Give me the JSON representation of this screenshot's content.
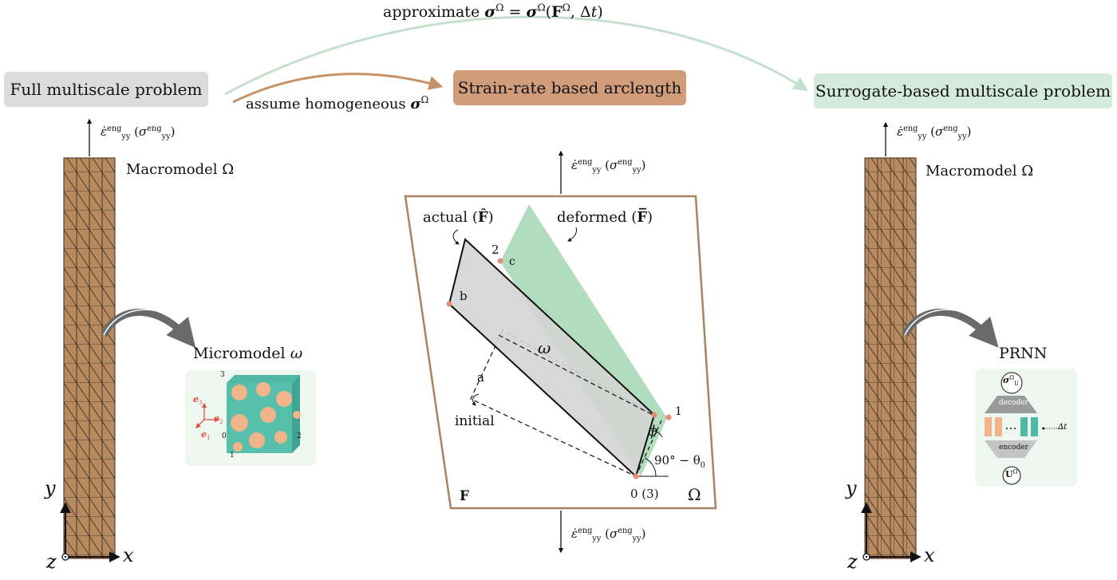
{
  "colors": {
    "full_box": "#dcdcdc",
    "arclength_box": "#d09c7a",
    "arclength_arrow": "#c89268",
    "surrogate_box": "#d4eadb",
    "surrogate_arrow": "#c4e0cc",
    "macromodel": "#b88a60",
    "deformed_region": "#a9d8b6",
    "actual_region": "#d4d4d4",
    "frame": "#a88462",
    "point": "#e88a78"
  },
  "top_arrow": {
    "prefix": "approximate ",
    "sigma": "σ",
    "omega": "Ω",
    "eq": " = ",
    "args_open": "(",
    "F": "F",
    "comma": ", Δ",
    "t": "t",
    "args_close": ")"
  },
  "boxes": {
    "full": "Full multiscale problem",
    "arclength": "Strain-rate based arclength",
    "surrogate": "Surrogate-based multiscale problem"
  },
  "assume": {
    "prefix": "assume homogeneous ",
    "sigma": "σ",
    "omega": "Ω"
  },
  "rate": {
    "eps": "ε̇",
    "sup": "eng",
    "sub": "yy",
    "open": " (",
    "sigma": "σ",
    "close": ")"
  },
  "left": {
    "macromodel_label": "Macromodel Ω",
    "micromodel_label": "Micromodel",
    "micromodel_symbol": "ω",
    "cube_corners": [
      "3",
      "0",
      "1",
      "2"
    ],
    "basis": [
      "e",
      "3",
      "e",
      "2",
      "e",
      "1"
    ]
  },
  "center": {
    "actual_label": "actual (",
    "actual_F": "F̂",
    "actual_close": ")",
    "deformed_label": "deformed (",
    "deformed_F": "F̅",
    "deformed_close": ")",
    "point_2": "2",
    "point_c": "c",
    "point_b": "b",
    "point_a": "a",
    "point_1": "1",
    "point_0": "0 (3)",
    "omega_small": "ω",
    "initial": "initial",
    "phi": "ϕ",
    "angle_label": "90° − θ",
    "angle_sub": "0",
    "F_label": "F",
    "Omega_label": "Ω"
  },
  "right": {
    "macromodel_label": "Macromodel Ω",
    "prnn_label": "PRNN",
    "sigma_top": "σ",
    "sigma_top_sup": "Ω",
    "sigma_top_sub": "U",
    "decoder": "decoder",
    "encoder": "encoder",
    "dt": "Δt",
    "U_bottom": "U",
    "U_bottom_sup": "Ω"
  },
  "axes": {
    "y": "y",
    "z": "z",
    "x": "x"
  }
}
